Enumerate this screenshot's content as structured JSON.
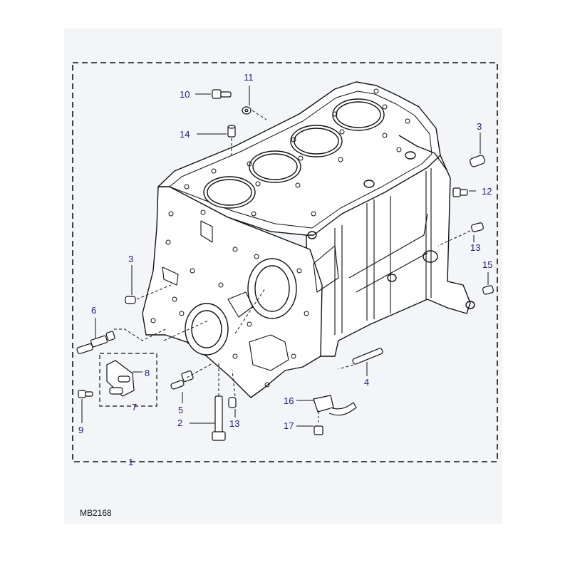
{
  "diagram": {
    "reference_code": "MB2168",
    "colors": {
      "ink": "#111111",
      "callout": "#1c1c7a",
      "backdrop": "#f4f5f8",
      "paper": "#ffffff"
    },
    "callouts": {
      "c1": "1",
      "c2": "2",
      "c3a": "3",
      "c3b": "3",
      "c4": "4",
      "c5": "5",
      "c6": "6",
      "c7": "7",
      "c8": "8",
      "c9": "9",
      "c10": "10",
      "c11": "11",
      "c12": "12",
      "c13a": "13",
      "c13b": "13",
      "c14": "14",
      "c15": "15",
      "c16": "16",
      "c17": "17"
    },
    "parts": [
      {
        "key": "block",
        "icon": "cylinder-block-icon"
      },
      {
        "key": "bolt-2",
        "icon": "main-bolt-icon"
      },
      {
        "key": "plug-3",
        "icon": "plug-icon"
      },
      {
        "key": "stud-4",
        "icon": "stud-icon"
      },
      {
        "key": "jet-5",
        "icon": "oil-jet-icon"
      },
      {
        "key": "pin-6",
        "icon": "pin-icon"
      },
      {
        "key": "tensioner-7",
        "icon": "tensioner-assembly-icon"
      },
      {
        "key": "bracket-8",
        "icon": "bracket-icon"
      },
      {
        "key": "bolt-9",
        "icon": "small-bolt-icon"
      },
      {
        "key": "bolt-10",
        "icon": "bolt-icon"
      },
      {
        "key": "washer-11",
        "icon": "washer-icon"
      },
      {
        "key": "plug-12",
        "icon": "drain-plug-icon"
      },
      {
        "key": "dowel-13",
        "icon": "dowel-icon"
      },
      {
        "key": "dowel-14",
        "icon": "dowel-icon"
      },
      {
        "key": "dowel-15",
        "icon": "dowel-icon"
      },
      {
        "key": "bracket-16",
        "icon": "pipe-bracket-icon"
      },
      {
        "key": "screw-17",
        "icon": "screw-icon"
      }
    ]
  }
}
